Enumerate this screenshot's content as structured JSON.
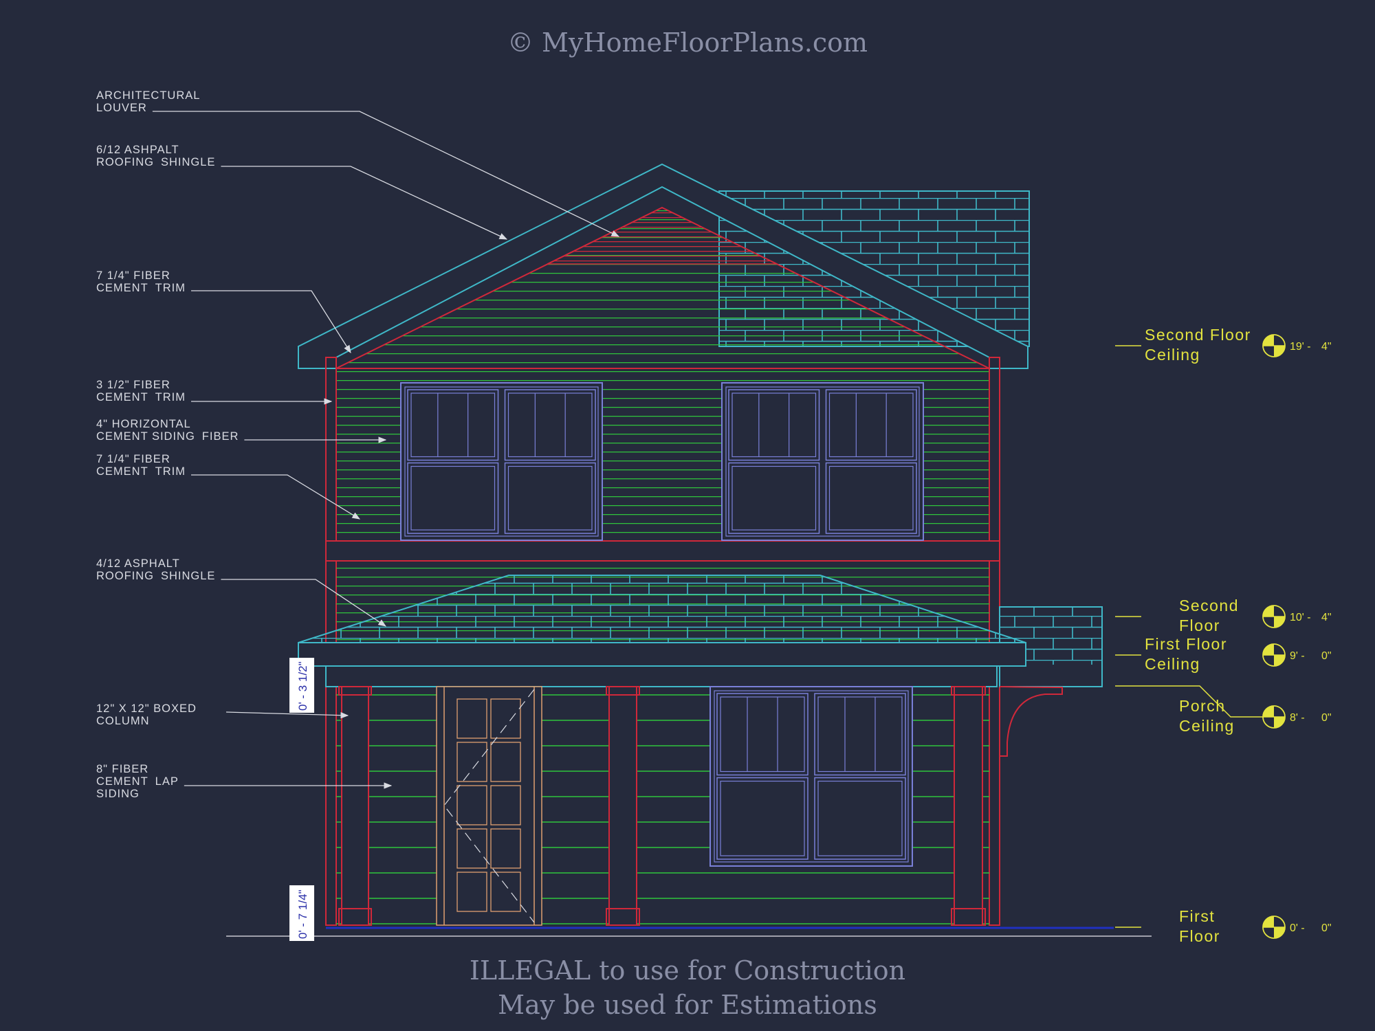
{
  "colors": {
    "background": "#252a3c",
    "roof": "#3fb8c8",
    "siding": "#2fc43c",
    "trim": "#d0283a",
    "windows": "#7a80d8",
    "levels": "#e3e33f",
    "leaders": "#d9dbe2"
  },
  "callouts": [
    {
      "line1": "ARCHITECTURAL",
      "line2": "LOUVER"
    },
    {
      "line1": "6/12 ASHPALT",
      "line2": "ROOFING",
      "line2_overlay": "SHINGLE"
    },
    {
      "line1": "7 1/4\" FIBER",
      "line2": "CEMENT",
      "line2_overlay": "TRIM"
    },
    {
      "line1": "3 1/2\" FIBER",
      "line2": "CEMENT",
      "line2_overlay": "TRIM"
    },
    {
      "line1": "4\" HORIZONTAL",
      "line2": "CEMENT SIDING",
      "line2_overlay": "FIBER"
    },
    {
      "line1": "7 1/4\" FIBER",
      "line2": "CEMENT",
      "line2_overlay": "TRIM"
    },
    {
      "line1": "4/12 ASPHALT",
      "line2": "ROOFING",
      "line2_overlay": "SHINGLE"
    },
    {
      "line1": "12\" X 12\" BOXED",
      "line2": "COLUMN"
    },
    {
      "line1": "8\" FIBER",
      "line2": "CEMENT",
      "line2_overlay": "LAP",
      "line3": "SIDING"
    }
  ],
  "levels": [
    {
      "line1": "Second Floor",
      "line2": "Ceiling",
      "elev1": "19' -",
      "elev2": "4\""
    },
    {
      "line1": "Second",
      "line2": "Floor",
      "elev1": "10' -",
      "elev2": "4\""
    },
    {
      "line1": "First Floor",
      "line2": "Ceiling",
      "elev1": "9' -",
      "elev2": "0\""
    },
    {
      "line1": "Porch",
      "line2": "Ceiling",
      "elev1": "8' -",
      "elev2": "0\""
    },
    {
      "line1": "First",
      "line2": "Floor",
      "elev1": "0' -",
      "elev2": "0\""
    }
  ],
  "dimensions": [
    {
      "text": "0' - 3 1/2\""
    },
    {
      "text": "0' - 7 1/4\""
    }
  ],
  "watermark": [
    "© MyHomeFloorPlans.com",
    "ILLEGAL to use for Construction",
    "May be used for Estimations"
  ]
}
